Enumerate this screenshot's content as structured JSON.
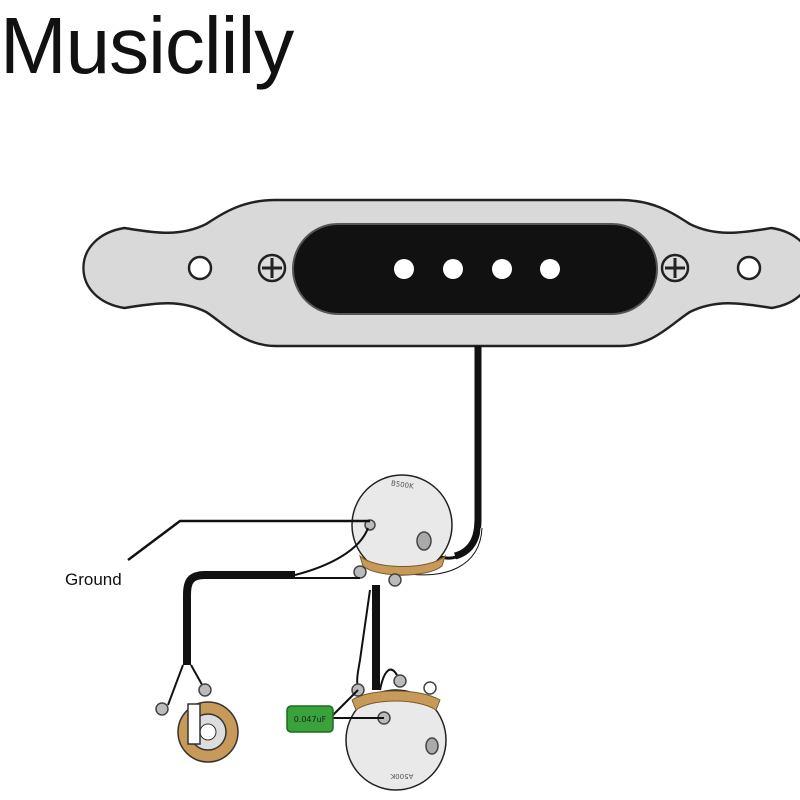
{
  "brand": "Musiclily",
  "labels": {
    "ground": "Ground",
    "volume_pot": "B500K",
    "tone_pot": "A500K",
    "capacitor": "0.047uF"
  },
  "colors": {
    "pickup_plate": "#d9d9d9",
    "pickup_cover": "#111111",
    "pot_body": "#e9e9e9",
    "solder_lug": "#c79a5a",
    "capacitor": "#3aa23a",
    "wire": "#111111"
  },
  "components": {
    "pickup": "single-coil pickup with 4 pole pieces",
    "pots": [
      "volume pot",
      "tone pot"
    ],
    "jack": "output jack"
  }
}
